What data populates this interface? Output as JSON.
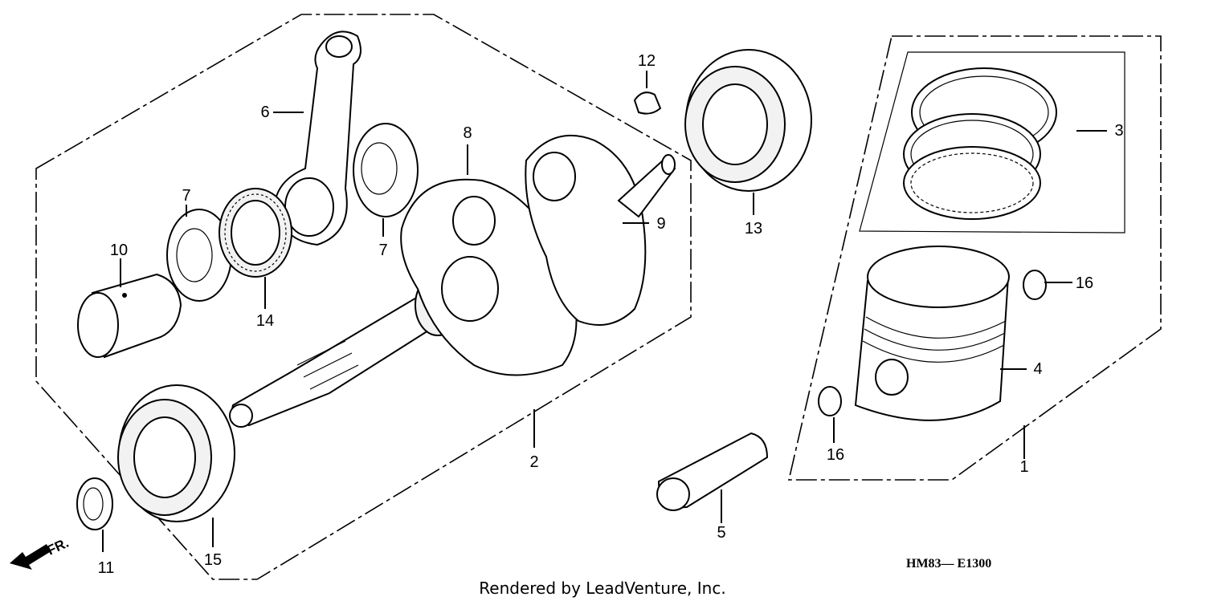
{
  "callouts": [
    "1",
    "2",
    "3",
    "4",
    "5",
    "6",
    "7",
    "7",
    "8",
    "9",
    "10",
    "11",
    "12",
    "13",
    "14",
    "15",
    "16",
    "16"
  ],
  "diagram_code": "HM83— E1300",
  "credit": "Rendered by LeadVenture, Inc.",
  "front_marker": "FR.",
  "icons": [
    "front-arrow-icon"
  ]
}
